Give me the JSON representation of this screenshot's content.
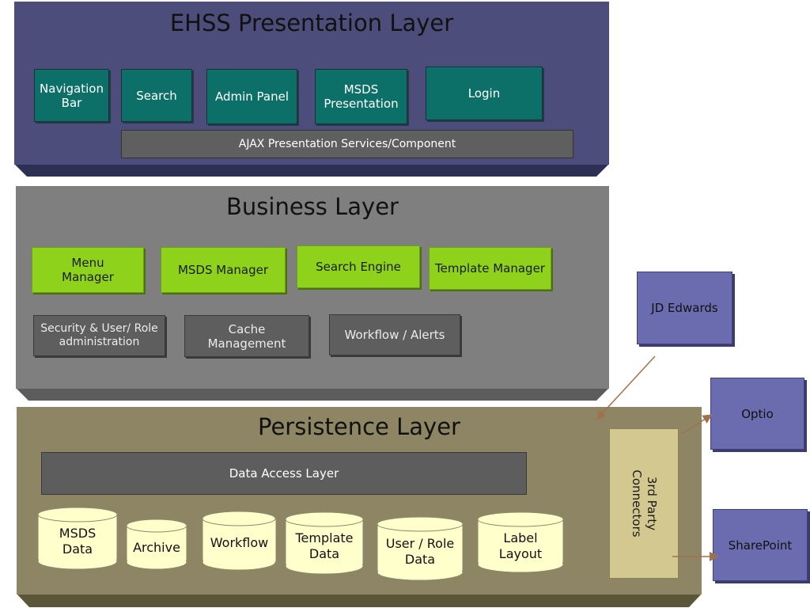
{
  "presentation_layer": {
    "title": "EHSS Presentation Layer",
    "components": [
      "Navigation\nBar",
      "Search",
      "Admin Panel",
      "MSDS\nPresentation",
      "Login"
    ],
    "services_bar": "AJAX Presentation Services/Component"
  },
  "business_layer": {
    "title": "Business Layer",
    "managers": [
      "Menu\nManager",
      "MSDS Manager",
      "Search Engine",
      "Template Manager"
    ],
    "services": [
      "Security & User/ Role\nadministration",
      "Cache\nManagement",
      "Workflow / Alerts"
    ]
  },
  "persistence_layer": {
    "title": "Persistence Layer",
    "data_access_layer": "Data Access Layer",
    "third_party_connectors": "3rd Party\nConnectors",
    "data_stores": [
      "MSDS\nData",
      "Archive",
      "Workflow",
      "Template\nData",
      "User / Role\nData",
      "Label\nLayout"
    ]
  },
  "external_systems": [
    "JD Edwards",
    "Optio",
    "SharePoint"
  ],
  "colors": {
    "presentation": "#4c4d7a",
    "business": "#7f7f7f",
    "persistence": "#8d8563",
    "teal_component": "#0c7068",
    "green_component": "#8ed21c",
    "external": "#6b6cb0",
    "arrow": "#a0724a"
  }
}
